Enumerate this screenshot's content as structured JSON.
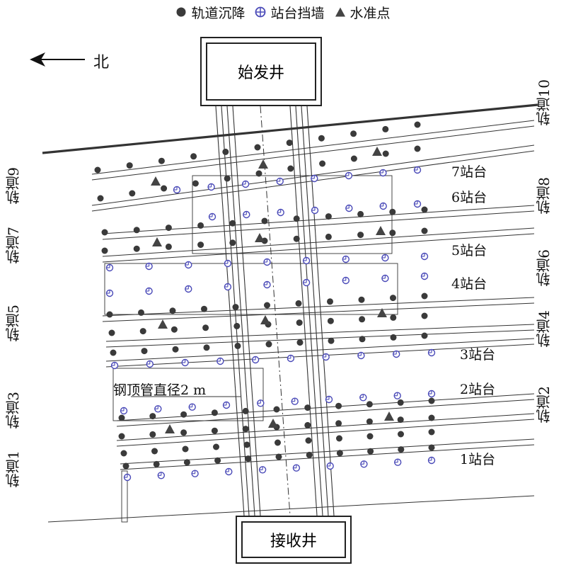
{
  "legend": {
    "settlement": "轨道沉降",
    "wall": "站台挡墙",
    "benchmark": "水准点"
  },
  "north": "北",
  "start_shaft": "始发井",
  "receive_shaft": "接收井",
  "pipe_note": "钢顶管直径2 m",
  "tracks": {
    "t1": "轨道1",
    "t2": "轨道2",
    "t3": "轨道3",
    "t4": "轨道4",
    "t5": "轨道5",
    "t6": "轨道6",
    "t7": "轨道7",
    "t8": "轨道8",
    "t9": "轨道9",
    "t10": "轨道10"
  },
  "platforms": {
    "p1": "1站台",
    "p2": "2站台",
    "p3": "3站台",
    "p4": "4站台",
    "p5": "5站台",
    "p6": "6站台",
    "p7": "7站台"
  },
  "colors": {
    "settlement": "#3a3a3a",
    "wall": "#4a4ab8",
    "benchmark": "#444444",
    "line": "#333333"
  }
}
